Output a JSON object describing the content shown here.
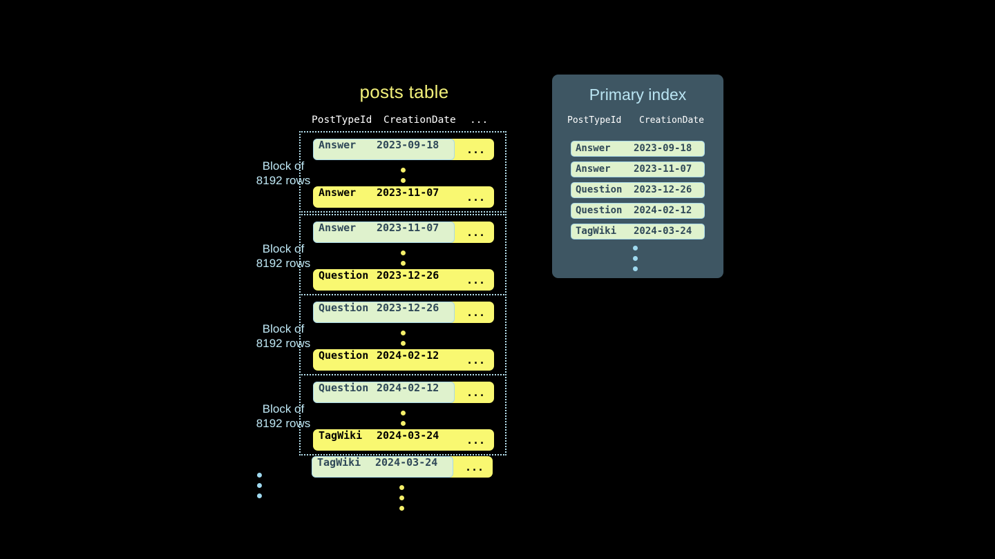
{
  "posts_table": {
    "title": "posts table",
    "columns": [
      "PostTypeId",
      "CreationDate",
      "..."
    ],
    "blocks": [
      {
        "caption_line1": "Block of",
        "caption_line2": "8192 rows",
        "first_row": {
          "type": "Answer",
          "date": "2023-09-18",
          "more": "...",
          "highlighted": true
        },
        "last_row": {
          "type": "Answer",
          "date": "2023-11-07",
          "more": "...",
          "highlighted": false
        }
      },
      {
        "caption_line1": "Block of",
        "caption_line2": "8192 rows",
        "first_row": {
          "type": "Answer",
          "date": "2023-11-07",
          "more": "...",
          "highlighted": true
        },
        "last_row": {
          "type": "Question",
          "date": "2023-12-26",
          "more": "...",
          "highlighted": false
        }
      },
      {
        "caption_line1": "Block of",
        "caption_line2": "8192 rows",
        "first_row": {
          "type": "Question",
          "date": "2023-12-26",
          "more": "...",
          "highlighted": true
        },
        "last_row": {
          "type": "Question",
          "date": "2024-02-12",
          "more": "...",
          "highlighted": false
        }
      },
      {
        "caption_line1": "Block of",
        "caption_line2": "8192 rows",
        "first_row": {
          "type": "Question",
          "date": "2024-02-12",
          "more": "...",
          "highlighted": true
        },
        "last_row": {
          "type": "TagWiki",
          "date": "2024-03-24",
          "more": "...",
          "highlighted": false
        }
      }
    ],
    "trailing_row": {
      "type": "TagWiki",
      "date": "2024-03-24",
      "more": "...",
      "highlighted": true
    }
  },
  "primary_index": {
    "title": "Primary index",
    "columns": [
      "PostTypeId",
      "CreationDate"
    ],
    "rows": [
      {
        "type": "Answer",
        "date": "2023-09-18"
      },
      {
        "type": "Answer",
        "date": "2023-11-07"
      },
      {
        "type": "Question",
        "date": "2023-12-26"
      },
      {
        "type": "Question",
        "date": "2024-02-12"
      },
      {
        "type": "TagWiki",
        "date": "2024-03-24"
      }
    ]
  },
  "colors": {
    "background": "#000000",
    "row_fill": "#f9f871",
    "highlight_fill": "#dff2cd",
    "highlight_border": "#a8d8e8",
    "panel_fill": "#3e5663",
    "accent_blue": "#b9e4f2",
    "accent_yellow": "#f2f07a"
  }
}
